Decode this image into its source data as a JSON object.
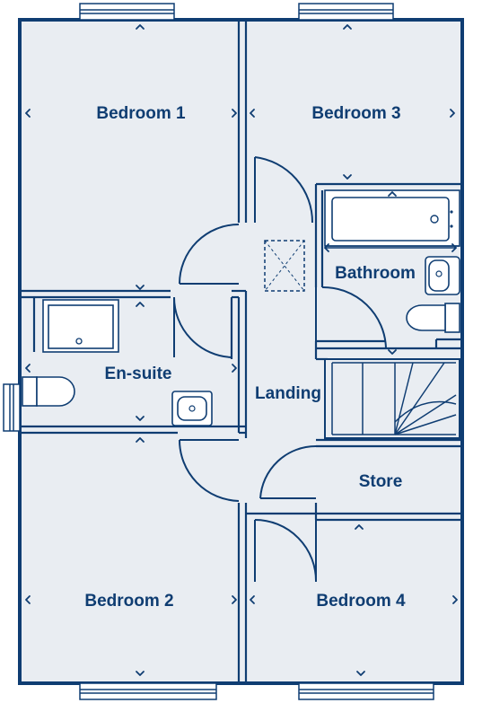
{
  "colors": {
    "line": "#0f3d72",
    "floor": "#e9edf2",
    "background": "#ffffff"
  },
  "rooms": {
    "bedroom1": "Bedroom 1",
    "bedroom2": "Bedroom 2",
    "bedroom3": "Bedroom 3",
    "bedroom4": "Bedroom 4",
    "ensuite": "En-suite",
    "bathroom": "Bathroom",
    "landing": "Landing",
    "store": "Store"
  },
  "icons": [
    "dimension-arrow-icon",
    "window-icon",
    "door-swing-icon",
    "loft-hatch-icon",
    "bath-icon",
    "toilet-icon",
    "basin-icon",
    "shower-tray-icon",
    "staircase-icon"
  ]
}
